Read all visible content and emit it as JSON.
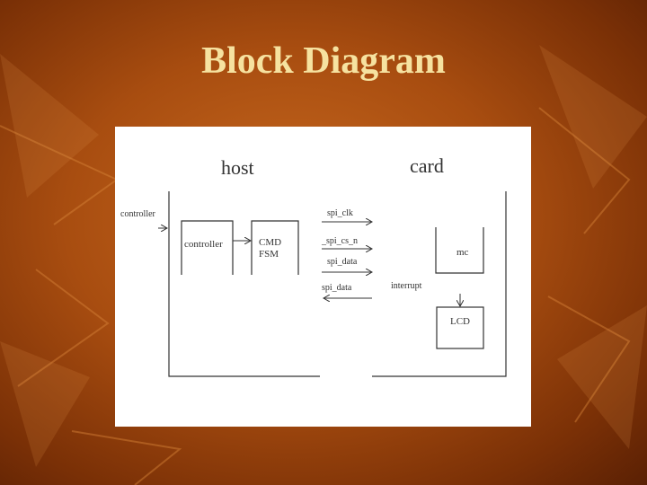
{
  "slide": {
    "title": "Block Diagram"
  },
  "diagram": {
    "host_label": "host",
    "card_label": "card",
    "controller_input_label": "controller",
    "controller_block_label": "controller",
    "cmd_fsm_line1": "CMD",
    "cmd_fsm_line2": "FSM",
    "signals": {
      "spi_clk": "spi_clk",
      "spi_cs_n": "_spi_cs_n",
      "spi_data_out": "spi_data",
      "spi_data_in": "spi_data"
    },
    "interrupt_label": "interrupt",
    "mc_label": "mc",
    "lcd_label": "LCD"
  },
  "colors": {
    "title": "#f6e2a0",
    "background": "#a84d10",
    "line": "#333333"
  }
}
